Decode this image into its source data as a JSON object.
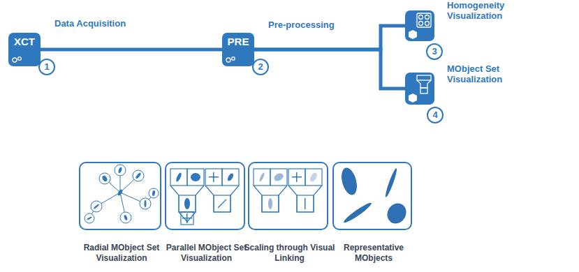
{
  "diagram": {
    "nodes": [
      {
        "text": [
          "XCT",
          "1",
          "Data Acquisition"
        ]
      },
      {
        "text": [
          "PRE",
          "2",
          "Pre-processing"
        ]
      },
      {
        "text": [
          "3",
          "Homogeneity Visualization"
        ]
      },
      {
        "text": [
          "4",
          "MObject Set Visualization"
        ]
      },
      {
        "text": [
          "Radial MObject Set Visualization"
        ]
      },
      {
        "text": [
          "Parallel MObject Set Visualization"
        ]
      },
      {
        "text": [
          "Scaling through Visual Linking"
        ]
      },
      {
        "text": [
          "Representative MObjects"
        ]
      }
    ],
    "edges": [
      {
        "from": 0,
        "to": 1,
        "arrow": "none"
      },
      {
        "from": 1,
        "to": 2,
        "arrow": "none"
      },
      {
        "from": 1,
        "to": 3,
        "arrow": "none"
      }
    ]
  }
}
